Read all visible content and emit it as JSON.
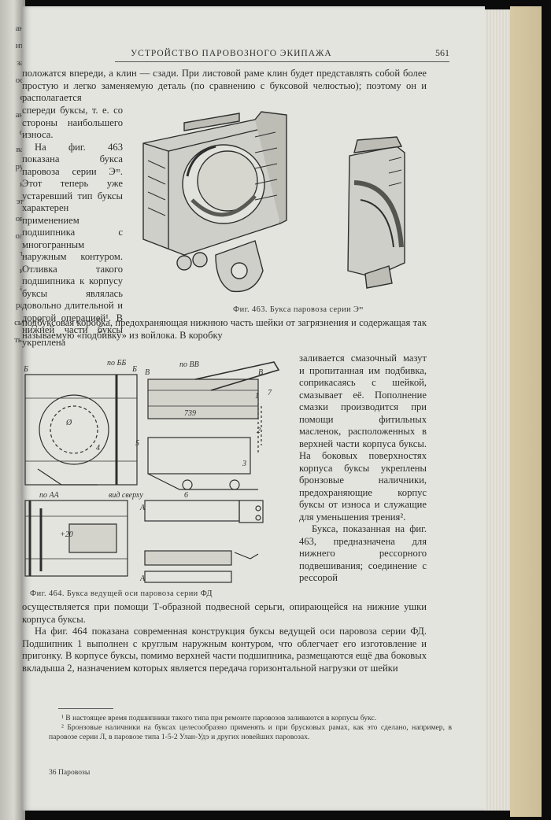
{
  "header": {
    "running_title": "Устройство паровозного экипажа",
    "page_number": "561"
  },
  "left_page_fragments": [
    "ан",
    "нт",
    "за",
    "ос",
    "е",
    "ан",
    "о",
    "ва",
    "ру",
    "я",
    "эт",
    "ов",
    "ол",
    "т",
    "к",
    "а",
    "ра",
    "сы",
    "ты"
  ],
  "body": {
    "top_full": [
      "положатся впереди, а клин — сзади. При листовой раме клин будет представлять собой более простую и легко заменяемую деталь (по сравнению с буксовой челюстью); поэтому он и располагается"
    ],
    "left_column": [
      "спереди буксы, т. е. со стороны наибольшего износа.",
      "На фиг. 463 показана букса паровоза серии Эᵐ. Этот теперь уже устаревший тип буксы характерен применением подшипника с многогранным наружным контуром. Отливка такого подшипника к корпусу буксы являлась довольно длительной и дорогой операцией¹. В нижней части буксы укреплена"
    ],
    "middle_full": "подбуксовая коробка, предохраняющая нижнюю часть шейки от загрязнения и содержащая так называемую «подбивку» из войлока. В коробку",
    "right_column": [
      "заливается смазочный мазут и пропитанная им подбивка, соприкасаясь с шейкой, смазывает её. Пополнение смазки производится при помощи фитильных масленок, расположенных в верхней части корпуса буксы. На боковых поверхностях корпуса буксы укреплены бронзовые наличники, предохраняющие корпус буксы от износа и служащие для уменьшения трения².",
      "Букса, показанная на фиг. 463, предназначена для нижнего рессорного подвешивания; соединение с рессорой"
    ],
    "bottom_full": [
      "осуществляется при помощи Т-образной подвесной серьги, опирающейся на нижние ушки корпуса буксы.",
      "На фиг. 464 показана современная конструкция буксы ведущей оси паровоза серии ФД. Подшипник 1 выполнен с круглым наружным контуром, что облегчает его изготовление и пригонку. В корпусе буксы, помимо верхней части подшипника, размещаются ещё два боковых вкладыша 2, назначением которых является передача горизонтальной нагрузки от шейки"
    ]
  },
  "figures": {
    "fig463_caption": "Фиг. 463. Букса паровоза серии Эᵐ",
    "fig464_caption": "Фиг. 464. Букса ведущей оси паровоза серии ФД",
    "fig464_labels": [
      "по ББ",
      "по ВВ",
      "вид сверху",
      "по АА",
      "739",
      "Ø",
      "1",
      "2",
      "3",
      "4",
      "5",
      "6",
      "7",
      "Б",
      "Б",
      "В",
      "В",
      "А",
      "А",
      "+20"
    ]
  },
  "footnotes": [
    "¹ В настоящее время подшипники такого типа при ремонте паровозов заливаются в корпусы букс.",
    "² Бронзовые наличники на буксах целесообразно применять и при брусковых рамах, как это сделано, например, в паровозе серии Л, в паровозе типа 1-5-2 Улан-Удэ и других новейших паровозах."
  ],
  "signature": "36 Паровозы"
}
